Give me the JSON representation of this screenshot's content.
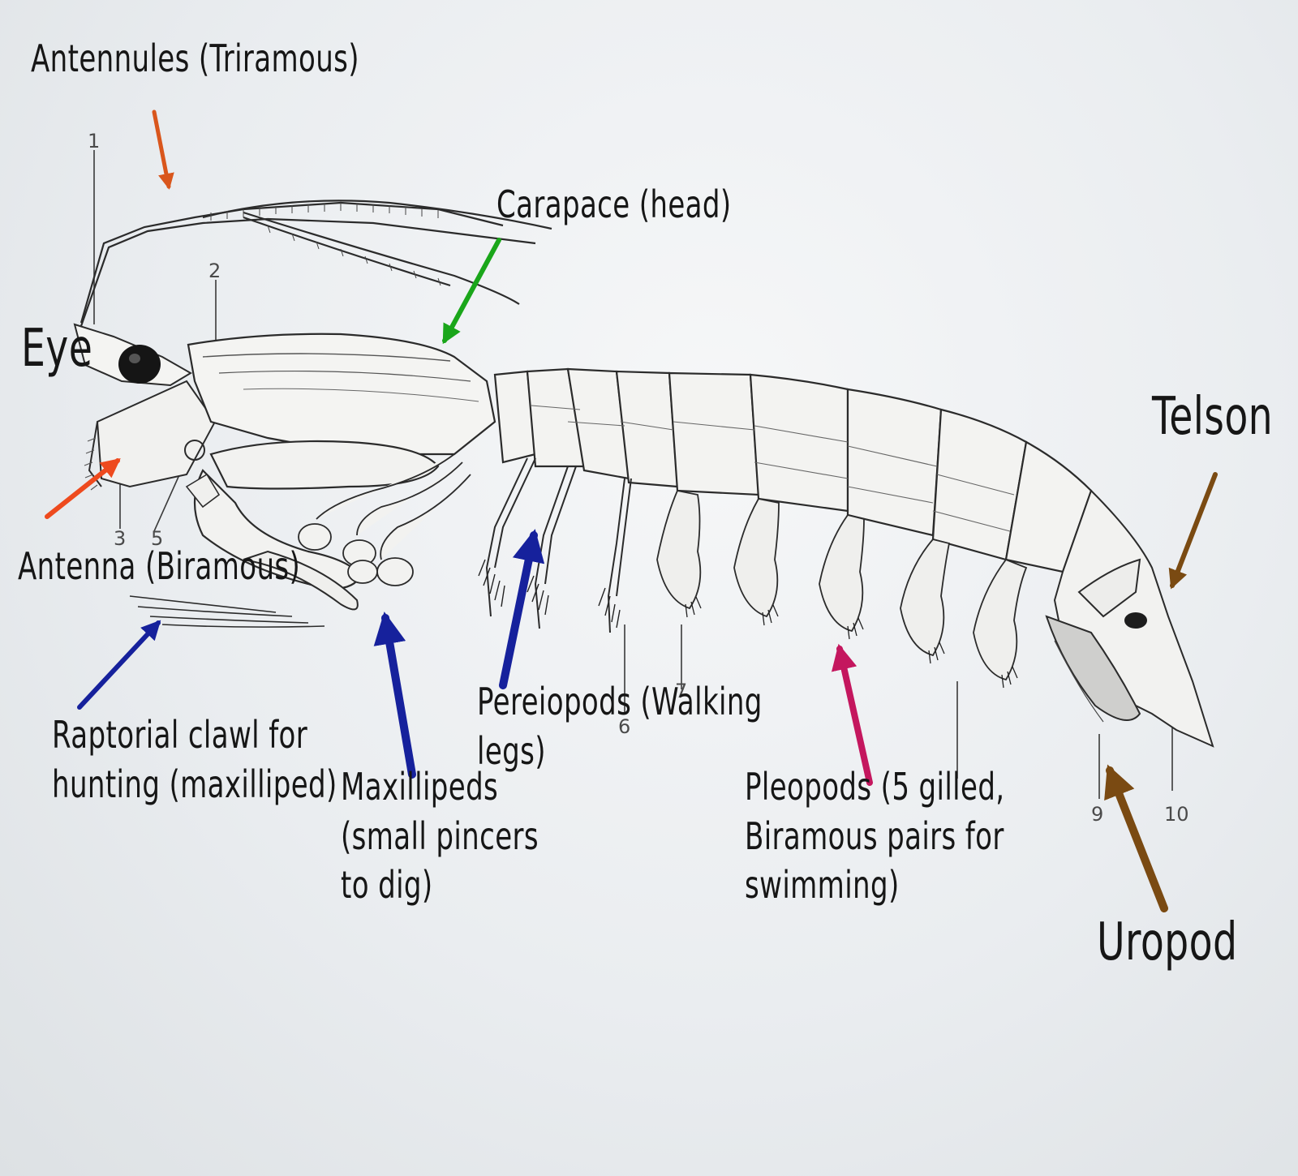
{
  "labels": {
    "antennules": "Antennules (Triramous)",
    "carapace": "Carapace (head)",
    "eye": "Eye",
    "telson": "Telson",
    "antenna": "Antenna (Biramous)",
    "raptorial": "Raptorial clawl for\nhunting (maxilliped)",
    "maxillipeds": "Maxillipeds\n(small pincers\nto dig)",
    "pereiopods": "Pereiopods (Walking\nlegs)",
    "pleopods": "Pleopods (5 gilled,\nBiramous pairs for\nswimming)",
    "uropod": "Uropod"
  },
  "callout_numbers": {
    "n1": "1",
    "n2": "2",
    "n3": "3",
    "n5": "5",
    "n6": "6",
    "n7": "7",
    "n9": "9",
    "n10": "10"
  },
  "colors": {
    "antennules_arrow": "#d9561c",
    "carapace_arrow": "#1aa61a",
    "antenna_arrow": "#ee4a1e",
    "raptorial_arrow": "#16219c",
    "maxillipeds_arrow": "#16219c",
    "pereiopods_arrow": "#16219c",
    "pleopods_arrow": "#c4175e",
    "telson_arrow": "#7a4a12",
    "uropod_arrow": "#7a4a12"
  }
}
